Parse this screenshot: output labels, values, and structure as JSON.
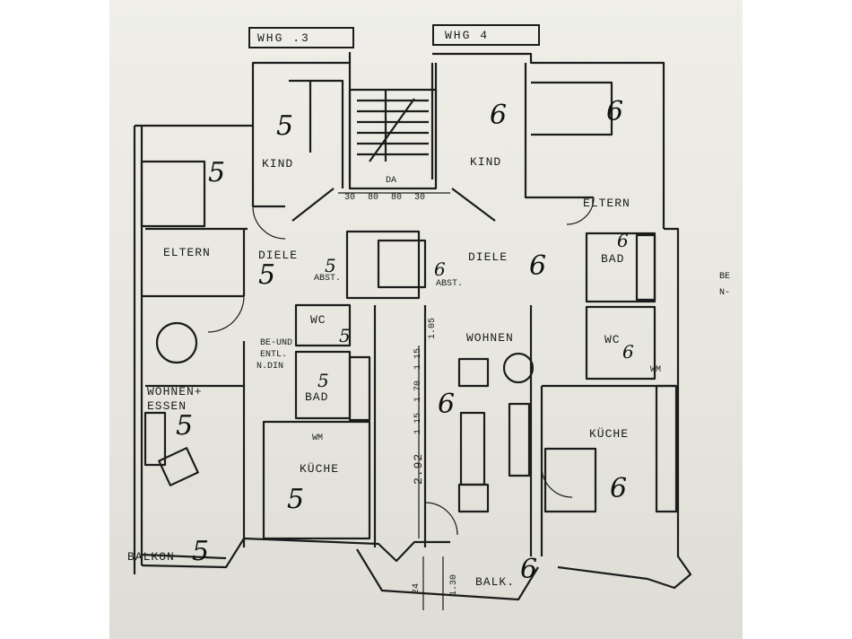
{
  "header": {
    "apartment_left": "WHG  .3",
    "apartment_right": "WHG  4"
  },
  "rooms": {
    "kind_left": "KIND",
    "kind_right": "KIND",
    "eltern_left": "ELTERN",
    "eltern_right": "ELTERN",
    "diele_left": "DIELE",
    "diele_right": "DIELE",
    "bad_left": "BAD",
    "bad_right": "BAD",
    "wc_left": "WC",
    "wc_right": "WC",
    "abst_left": "ABST.",
    "abst_right": "ABST.",
    "wohnen_essen_1": "WOHNEN+",
    "wohnen_essen_2": "ESSEN",
    "wohnen": "WOHNEN",
    "kueche_left": "KÜCHE",
    "kueche_right": "KÜCHE",
    "wm_left": "WM",
    "wm_right": "WM",
    "balkon_left": "BALKON",
    "balk_right": "BALK.",
    "be_und_1": "BE-UND",
    "be_und_2": "ENTL.",
    "be_und_3": "N.DIN",
    "margin_1": "BE",
    "margin_2": "N-"
  },
  "dimensions": {
    "d30a": "30",
    "d80a": "80",
    "d80b": "80",
    "d30b": "30",
    "da": "DA",
    "d105": "1.05",
    "d115a": "1.15",
    "d170": "1.70",
    "d115b": "1.15",
    "d292": "2.92",
    "d24": "24",
    "d130": "1.30"
  },
  "handwritten": {
    "kind_l": "5",
    "eltern_l": "5",
    "diele_l": "5",
    "abst_l": "5",
    "wc_l": "5",
    "bad_l": "5",
    "wohnen_l": "5",
    "kueche_l": "5",
    "balkon_l": "5",
    "kind_r": "6",
    "eltern_r": "6",
    "diele_r": "6",
    "abst_r": "6",
    "bad_r": "6",
    "wc_r": "6",
    "wohnen_r": "6",
    "kueche_r": "6",
    "balk_r": "6"
  }
}
